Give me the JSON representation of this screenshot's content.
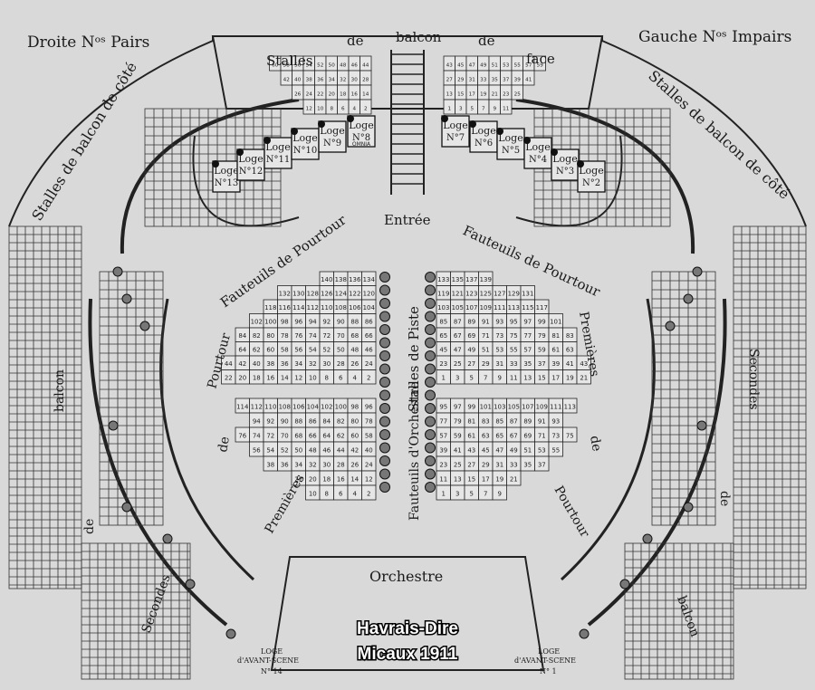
{
  "corner_left": "Droite Nᵒˢ Pairs",
  "corner_right": "Gauche Nᵒˢ Impairs",
  "labels": {
    "stalles_face_1": "Stalles",
    "stalles_face_2": "de",
    "stalles_face_3": "balcon",
    "stalles_face_4": "de",
    "stalles_face_5": "face",
    "stalles_cote_left": "Stalles de balcon de côté",
    "stalles_cote_right": "Stalles de balcon de côté",
    "entree": "Entrée",
    "fauteuils_pourtour_left": "Fauteuils de Pourtour",
    "fauteuils_pourtour_right": "Fauteuils de Pourtour",
    "stalles_piste": "Stalles de Piste",
    "fauteuils_orchestre": "Fauteuils d'Orchestre",
    "premieres_left_1": "Pourtour",
    "premieres_left_2": "de",
    "premieres_left_3": "Premières",
    "premieres_right_1": "Premières",
    "premieres_right_2": "de",
    "premieres_right_3": "Pourtour",
    "secondes_left_1": "balcon",
    "secondes_left_2": "de",
    "secondes_left_3": "Secondes",
    "secondes_right_1": "Secondes",
    "secondes_right_2": "de",
    "secondes_right_3": "balcon",
    "orchestre": "Orchestre",
    "loge_avant_left_1": "LOGE",
    "loge_avant_left_2": "d'AVANT-SCENE",
    "loge_avant_left_3": "N° 14",
    "loge_avant_right_1": "LOGE",
    "loge_avant_right_2": "d'AVANT-SCENE",
    "loge_avant_right_3": "N° 1"
  },
  "loges_left": [
    {
      "name": "Loge",
      "num": "N°13"
    },
    {
      "name": "Loge",
      "num": "N°12"
    },
    {
      "name": "Loge",
      "num": "N°11"
    },
    {
      "name": "Loge",
      "num": "N°10"
    },
    {
      "name": "Loge",
      "num": "N°9"
    },
    {
      "name": "Loge",
      "num": "N°8",
      "extra": "OMNIA"
    }
  ],
  "loges_right": [
    {
      "name": "Loge",
      "num": "N°7"
    },
    {
      "name": "Loge",
      "num": "N°6"
    },
    {
      "name": "Loge",
      "num": "N°5"
    },
    {
      "name": "Loge",
      "num": "N°4"
    },
    {
      "name": "Loge",
      "num": "N°3"
    },
    {
      "name": "Loge",
      "num": "N°2"
    }
  ],
  "balcon_face_left_rows": [
    [
      "60",
      "58",
      "56",
      "54",
      "52",
      "50",
      "48",
      "46",
      "44"
    ],
    [
      "42",
      "40",
      "38",
      "36",
      "34",
      "32",
      "30",
      "28"
    ],
    [
      "26",
      "24",
      "22",
      "20",
      "18",
      "16",
      "14"
    ],
    [
      "12",
      "10",
      "8",
      "6",
      "4",
      "2"
    ]
  ],
  "balcon_face_right_rows": [
    [
      "43",
      "45",
      "47",
      "49",
      "51",
      "53",
      "55",
      "57",
      "59"
    ],
    [
      "27",
      "29",
      "31",
      "33",
      "35",
      "37",
      "39",
      "41"
    ],
    [
      "13",
      "15",
      "17",
      "19",
      "21",
      "23",
      "25"
    ],
    [
      "1",
      "3",
      "5",
      "7",
      "9",
      "11"
    ]
  ],
  "piste_left_rows": [
    [
      "140",
      "138",
      "136",
      "134"
    ],
    [
      "132",
      "130",
      "128",
      "126",
      "124",
      "122",
      "120"
    ],
    [
      "118",
      "116",
      "114",
      "112",
      "110",
      "108",
      "106",
      "104"
    ],
    [
      "102",
      "100",
      "98",
      "96",
      "94",
      "92",
      "90",
      "88",
      "86"
    ],
    [
      "84",
      "82",
      "80",
      "78",
      "76",
      "74",
      "72",
      "70",
      "68",
      "66"
    ],
    [
      "64",
      "62",
      "60",
      "58",
      "56",
      "54",
      "52",
      "50",
      "48",
      "46"
    ],
    [
      "44",
      "42",
      "40",
      "38",
      "36",
      "34",
      "32",
      "30",
      "28",
      "26",
      "24"
    ],
    [
      "22",
      "20",
      "18",
      "16",
      "14",
      "12",
      "10",
      "8",
      "6",
      "4",
      "2"
    ]
  ],
  "piste_right_rows": [
    [
      "133",
      "135",
      "137",
      "139"
    ],
    [
      "119",
      "121",
      "123",
      "125",
      "127",
      "129",
      "131"
    ],
    [
      "103",
      "105",
      "107",
      "109",
      "111",
      "113",
      "115",
      "117"
    ],
    [
      "85",
      "87",
      "89",
      "91",
      "93",
      "95",
      "97",
      "99",
      "101"
    ],
    [
      "65",
      "67",
      "69",
      "71",
      "73",
      "75",
      "77",
      "79",
      "81",
      "83"
    ],
    [
      "45",
      "47",
      "49",
      "51",
      "53",
      "55",
      "57",
      "59",
      "61",
      "63"
    ],
    [
      "23",
      "25",
      "27",
      "29",
      "31",
      "33",
      "35",
      "37",
      "39",
      "41",
      "43"
    ],
    [
      "1",
      "3",
      "5",
      "7",
      "9",
      "11",
      "13",
      "15",
      "17",
      "19",
      "21"
    ]
  ],
  "orchestre_left_rows": [
    [
      "114",
      "112",
      "110",
      "108",
      "106",
      "104",
      "102",
      "100",
      "98",
      "96"
    ],
    [
      "94",
      "92",
      "90",
      "88",
      "86",
      "84",
      "82",
      "80",
      "78"
    ],
    [
      "76",
      "74",
      "72",
      "70",
      "68",
      "66",
      "64",
      "62",
      "60",
      "58"
    ],
    [
      "56",
      "54",
      "52",
      "50",
      "48",
      "46",
      "44",
      "42",
      "40"
    ],
    [
      "38",
      "36",
      "34",
      "32",
      "30",
      "28",
      "26",
      "24"
    ],
    [
      "22",
      "20",
      "18",
      "16",
      "14",
      "12"
    ],
    [
      "10",
      "8",
      "6",
      "4",
      "2"
    ]
  ],
  "orchestre_right_rows": [
    [
      "95",
      "97",
      "99",
      "101",
      "103",
      "105",
      "107",
      "109",
      "111",
      "113"
    ],
    [
      "77",
      "79",
      "81",
      "83",
      "85",
      "87",
      "89",
      "91",
      "93"
    ],
    [
      "57",
      "59",
      "61",
      "63",
      "65",
      "67",
      "69",
      "71",
      "73",
      "75"
    ],
    [
      "39",
      "41",
      "43",
      "45",
      "47",
      "49",
      "51",
      "53",
      "55"
    ],
    [
      "23",
      "25",
      "27",
      "29",
      "31",
      "33",
      "35",
      "37"
    ],
    [
      "11",
      "13",
      "15",
      "17",
      "19",
      "21"
    ],
    [
      "1",
      "3",
      "5",
      "7",
      "9"
    ]
  ],
  "watermark": {
    "line1": "Havrais-Dire",
    "line2": "Micaux 1911"
  },
  "colors": {
    "paper": "#d9d9d9",
    "ink": "#1e1e1e"
  }
}
